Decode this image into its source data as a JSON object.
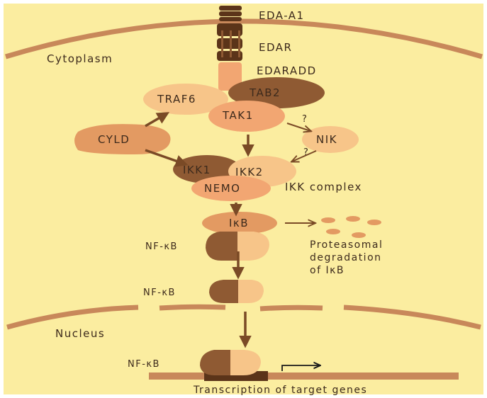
{
  "labels": {
    "eda_a1": "EDA-A1",
    "edar": "EDAR",
    "edaradd": "EDARADD",
    "cytoplasm": "Cytoplasm",
    "traf6": "TRAF6",
    "tab2": "TAB2",
    "tak1": "TAK1",
    "cyld": "CYLD",
    "nik": "NIK",
    "q1": "?",
    "q2": "?",
    "ikk1": "IKK1",
    "ikk2": "IKK2",
    "nemo": "NEMO",
    "ikk_complex": "IKK complex",
    "ikb": "IκB",
    "nfkb1": "NF-κB",
    "nfkb2": "NF-κB",
    "nfkb3": "NF-κB",
    "proteasomal_line1": "Proteasomal",
    "proteasomal_line2": "degradation",
    "proteasomal_line3": "of IκB",
    "nucleus": "Nucleus",
    "transcription": "Transcription of target genes"
  },
  "colors": {
    "background": "#fbeda0",
    "membrane": "#c8885a",
    "receptor_dark": "#5b3419",
    "edaradd": "#f2a672",
    "light_peach": "#f7c589",
    "mid_orange": "#e39a62",
    "dark_brown": "#8f5a33",
    "arrow": "#7a4a26",
    "text": "#3d2a1c"
  }
}
